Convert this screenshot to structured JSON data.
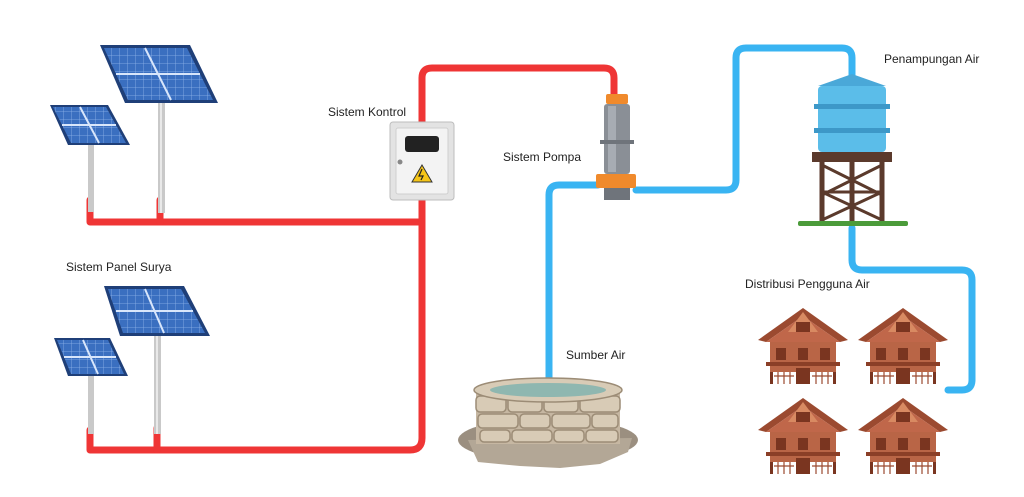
{
  "labels": {
    "control_system": "Sistem Kontrol",
    "pump_system": "Sistem Pompa",
    "water_storage": "Penampungan Air",
    "solar_panel_system": "Sistem Panel Surya",
    "water_source": "Sumber Air",
    "user_distribution": "Distribusi Pengguna Air"
  },
  "colors": {
    "power_line": "#ef3535",
    "water_line": "#39b4f2",
    "panel_cell": "#2f5ea8",
    "tank": "#5bbde9",
    "house": "#a5543a"
  },
  "icons": {
    "solar_panel": "solar-panel-icon",
    "control_box": "control-box-icon",
    "pump": "water-pump-icon",
    "tank": "water-tower-icon",
    "well": "stone-well-icon",
    "house": "house-icon"
  }
}
